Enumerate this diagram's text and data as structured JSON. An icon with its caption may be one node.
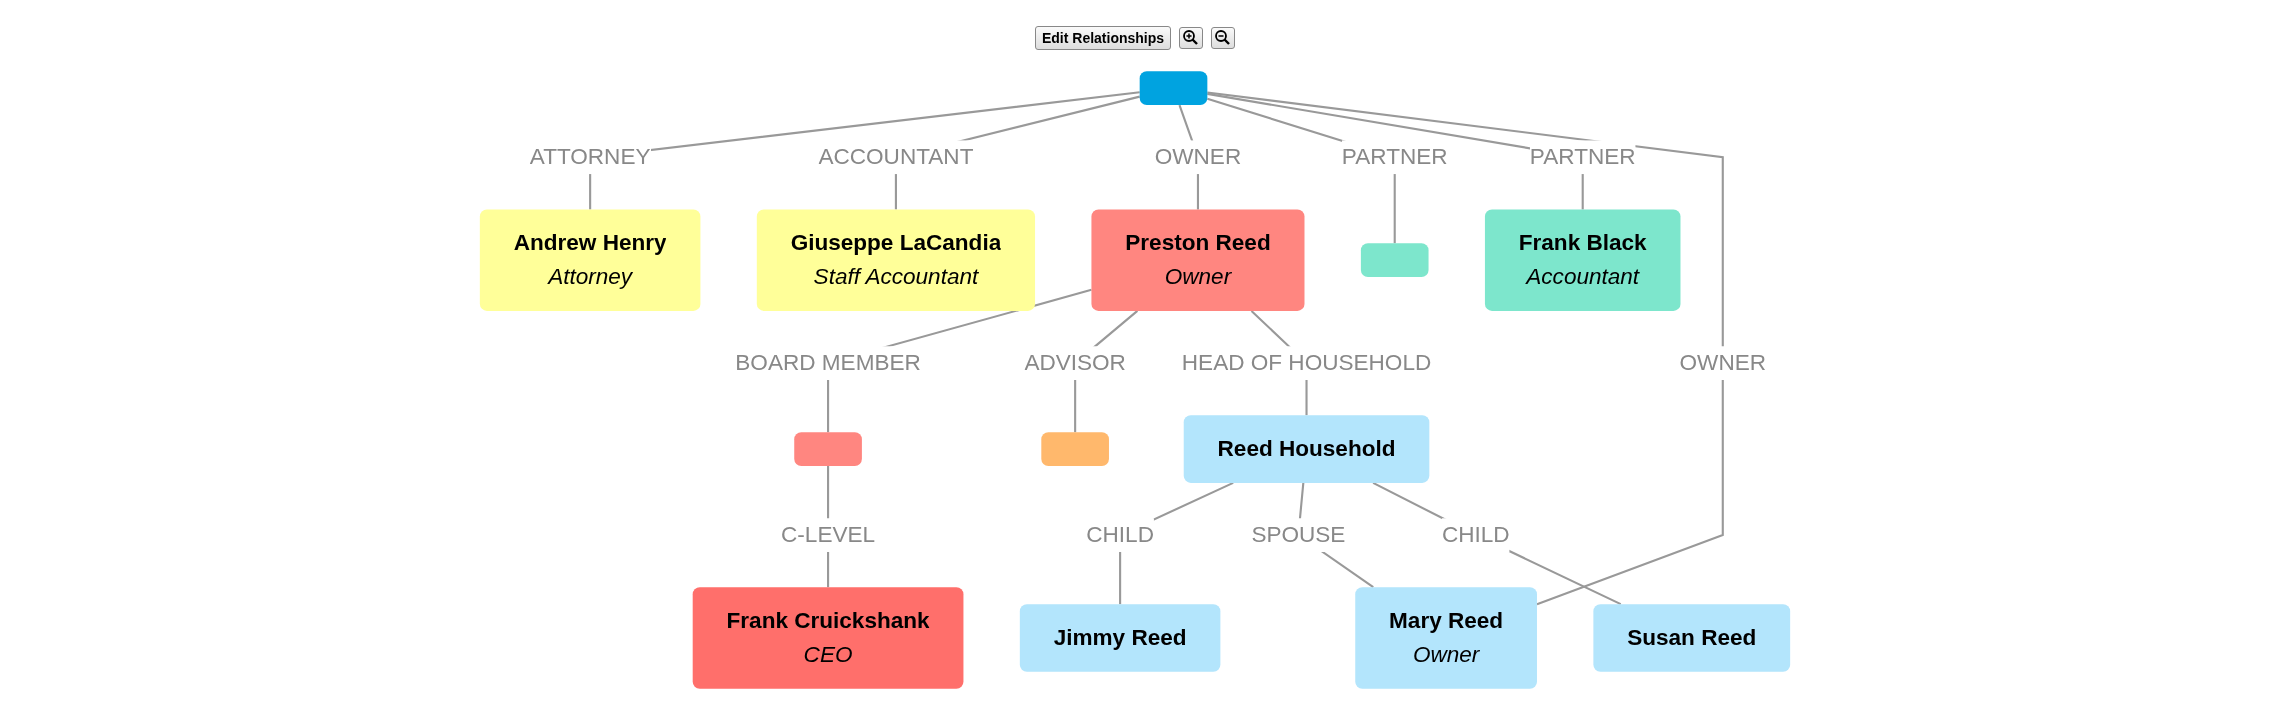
{
  "diagram": {
    "nodes": [
      {
        "text": [],
        "shape": "box"
      },
      {
        "text": [
          "Andrew Henry",
          "Attorney"
        ]
      },
      {
        "text": [
          "Giuseppe LaCandia",
          "Staff Accountant"
        ]
      },
      {
        "text": [
          "Preston Reed",
          "Owner"
        ]
      },
      {
        "text": [],
        "shape": "box"
      },
      {
        "text": [
          "Frank Black",
          "Accountant"
        ]
      },
      {
        "text": [],
        "shape": "box"
      },
      {
        "text": [],
        "shape": "box"
      },
      {
        "text": [
          "Reed Household"
        ]
      },
      {
        "text": [
          "Frank Cruickshank",
          "CEO"
        ]
      },
      {
        "text": [
          "Jimmy Reed"
        ]
      },
      {
        "text": [
          "Mary Reed",
          "Owner"
        ]
      },
      {
        "text": [
          "Susan Reed"
        ]
      }
    ],
    "edges": [
      {
        "from": 0,
        "to": 1,
        "arrow": "none",
        "label": "ATTORNEY"
      },
      {
        "from": 0,
        "to": 2,
        "arrow": "none",
        "label": "ACCOUNTANT"
      },
      {
        "from": 0,
        "to": 3,
        "arrow": "none",
        "label": "OWNER"
      },
      {
        "from": 0,
        "to": 4,
        "arrow": "none",
        "label": "PARTNER"
      },
      {
        "from": 0,
        "to": 5,
        "arrow": "none",
        "label": "PARTNER"
      },
      {
        "from": 0,
        "to": 11,
        "arrow": "none",
        "label": "OWNER"
      },
      {
        "from": 3,
        "to": 6,
        "arrow": "none",
        "label": "BOARD MEMBER"
      },
      {
        "from": 3,
        "to": 7,
        "arrow": "none",
        "label": "ADVISOR"
      },
      {
        "from": 3,
        "to": 8,
        "arrow": "none",
        "label": "HEAD OF HOUSEHOLD"
      },
      {
        "from": 6,
        "to": 9,
        "arrow": "none",
        "label": "C-LEVEL"
      },
      {
        "from": 8,
        "to": 10,
        "arrow": "none",
        "label": "CHILD"
      },
      {
        "from": 8,
        "to": 11,
        "arrow": "none",
        "label": "SPOUSE"
      },
      {
        "from": 8,
        "to": 12,
        "arrow": "none",
        "label": "CHILD"
      }
    ],
    "labels": [
      "Edit Relationships"
    ]
  }
}
